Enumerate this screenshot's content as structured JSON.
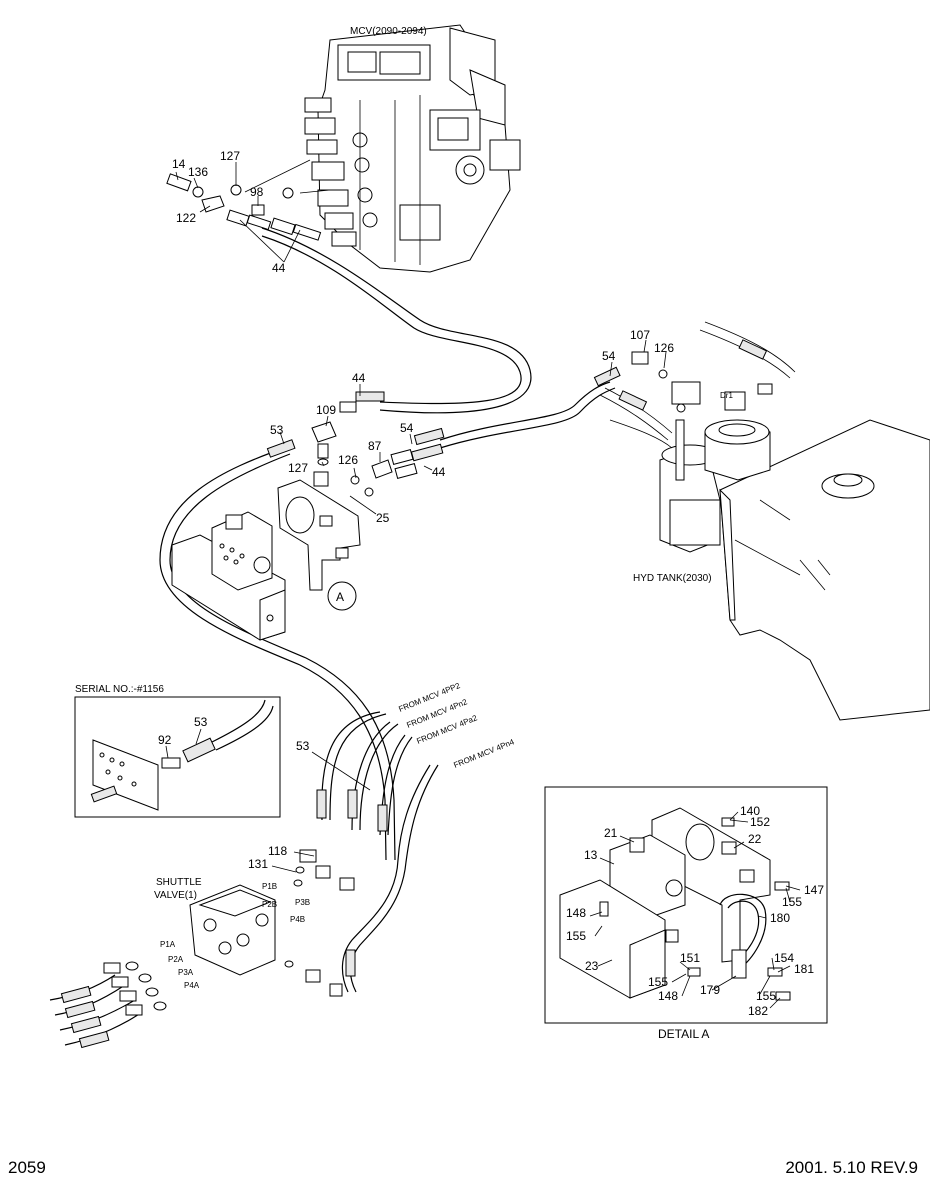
{
  "page": {
    "number": "2059",
    "revision": "2001. 5.10  REV.9"
  },
  "components": {
    "mcv": "MCV(2090-2094)",
    "hyd_tank": "HYD TANK(2030)",
    "serial_no": "SERIAL NO.:-#1156",
    "shuttle_valve_line1": "SHUTTLE",
    "shuttle_valve_line2": "VALVE(1)",
    "detail_a": "DETAIL  A",
    "view_a": "A"
  },
  "flow_notes": {
    "from_mcv_4pp2": "FROM MCV 4PP2",
    "from_mcv_4pn2": "FROM MCV 4Pn2",
    "from_mcv_4pa2": "FROM MCV 4Pa2",
    "from_mcv_4pn4": "FROM MCV 4Pn4"
  },
  "ports": {
    "p1a": "P1A",
    "p2a": "P2A",
    "p3a": "P3A",
    "p4a": "P4A",
    "p1b": "P1B",
    "p2b": "P2B",
    "p3b": "P3B",
    "p4b": "P4B",
    "dr1": "Dr1"
  },
  "part_numbers": {
    "p14": "14",
    "p136": "136",
    "p127a": "127",
    "p98": "98",
    "p122": "122",
    "p44a": "44",
    "p44b": "44",
    "p109": "109",
    "p53a": "53",
    "p127b": "127",
    "p126a": "126",
    "p87": "87",
    "p54a": "54",
    "p44c": "44",
    "p25": "25",
    "p54b": "54",
    "p107": "107",
    "p126b": "126",
    "p53b": "53",
    "p92": "92",
    "p53c": "53",
    "p118": "118",
    "p131": "131",
    "d140": "140",
    "d152": "152",
    "d21": "21",
    "d22": "22",
    "d13": "13",
    "d147": "147",
    "d155a": "155",
    "d148a": "148",
    "d180": "180",
    "d155b": "155",
    "d154": "154",
    "d181": "181",
    "d23": "23",
    "d151": "151",
    "d155c": "155",
    "d148b": "148",
    "d179": "179",
    "d155d": "155",
    "d182": "182"
  }
}
